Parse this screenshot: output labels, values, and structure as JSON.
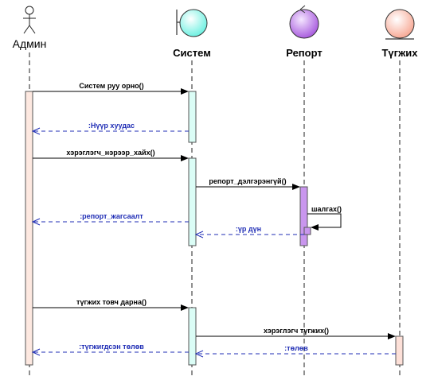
{
  "participants": {
    "admin": "Админ",
    "system": "Систем",
    "report": "Репорт",
    "payment": "Түгжих"
  },
  "messages": {
    "m1": "Систем руу орно()",
    "r1": ":Нүүр хуудас",
    "m2": "хэрэглэгч_нэрээр_хайх()",
    "m3": "репорт_дэлгэрэнгүй()",
    "m4": "шалгах()",
    "r2": ":үр дүн",
    "r3": ":репорт_жагсаалт",
    "m5": "түгжих товч дарна()",
    "m6": "хэрэглэгч түгжих()",
    "r4": ":төлөв",
    "r5": ":түгжигдсэн төлөв"
  },
  "colors": {
    "admin_activation": "#fde8e0",
    "system_activation": "#dbfdf6",
    "report_activation": "#c996ee",
    "payment_activation": "#fde0d8",
    "return_line": "#1f2db5"
  }
}
